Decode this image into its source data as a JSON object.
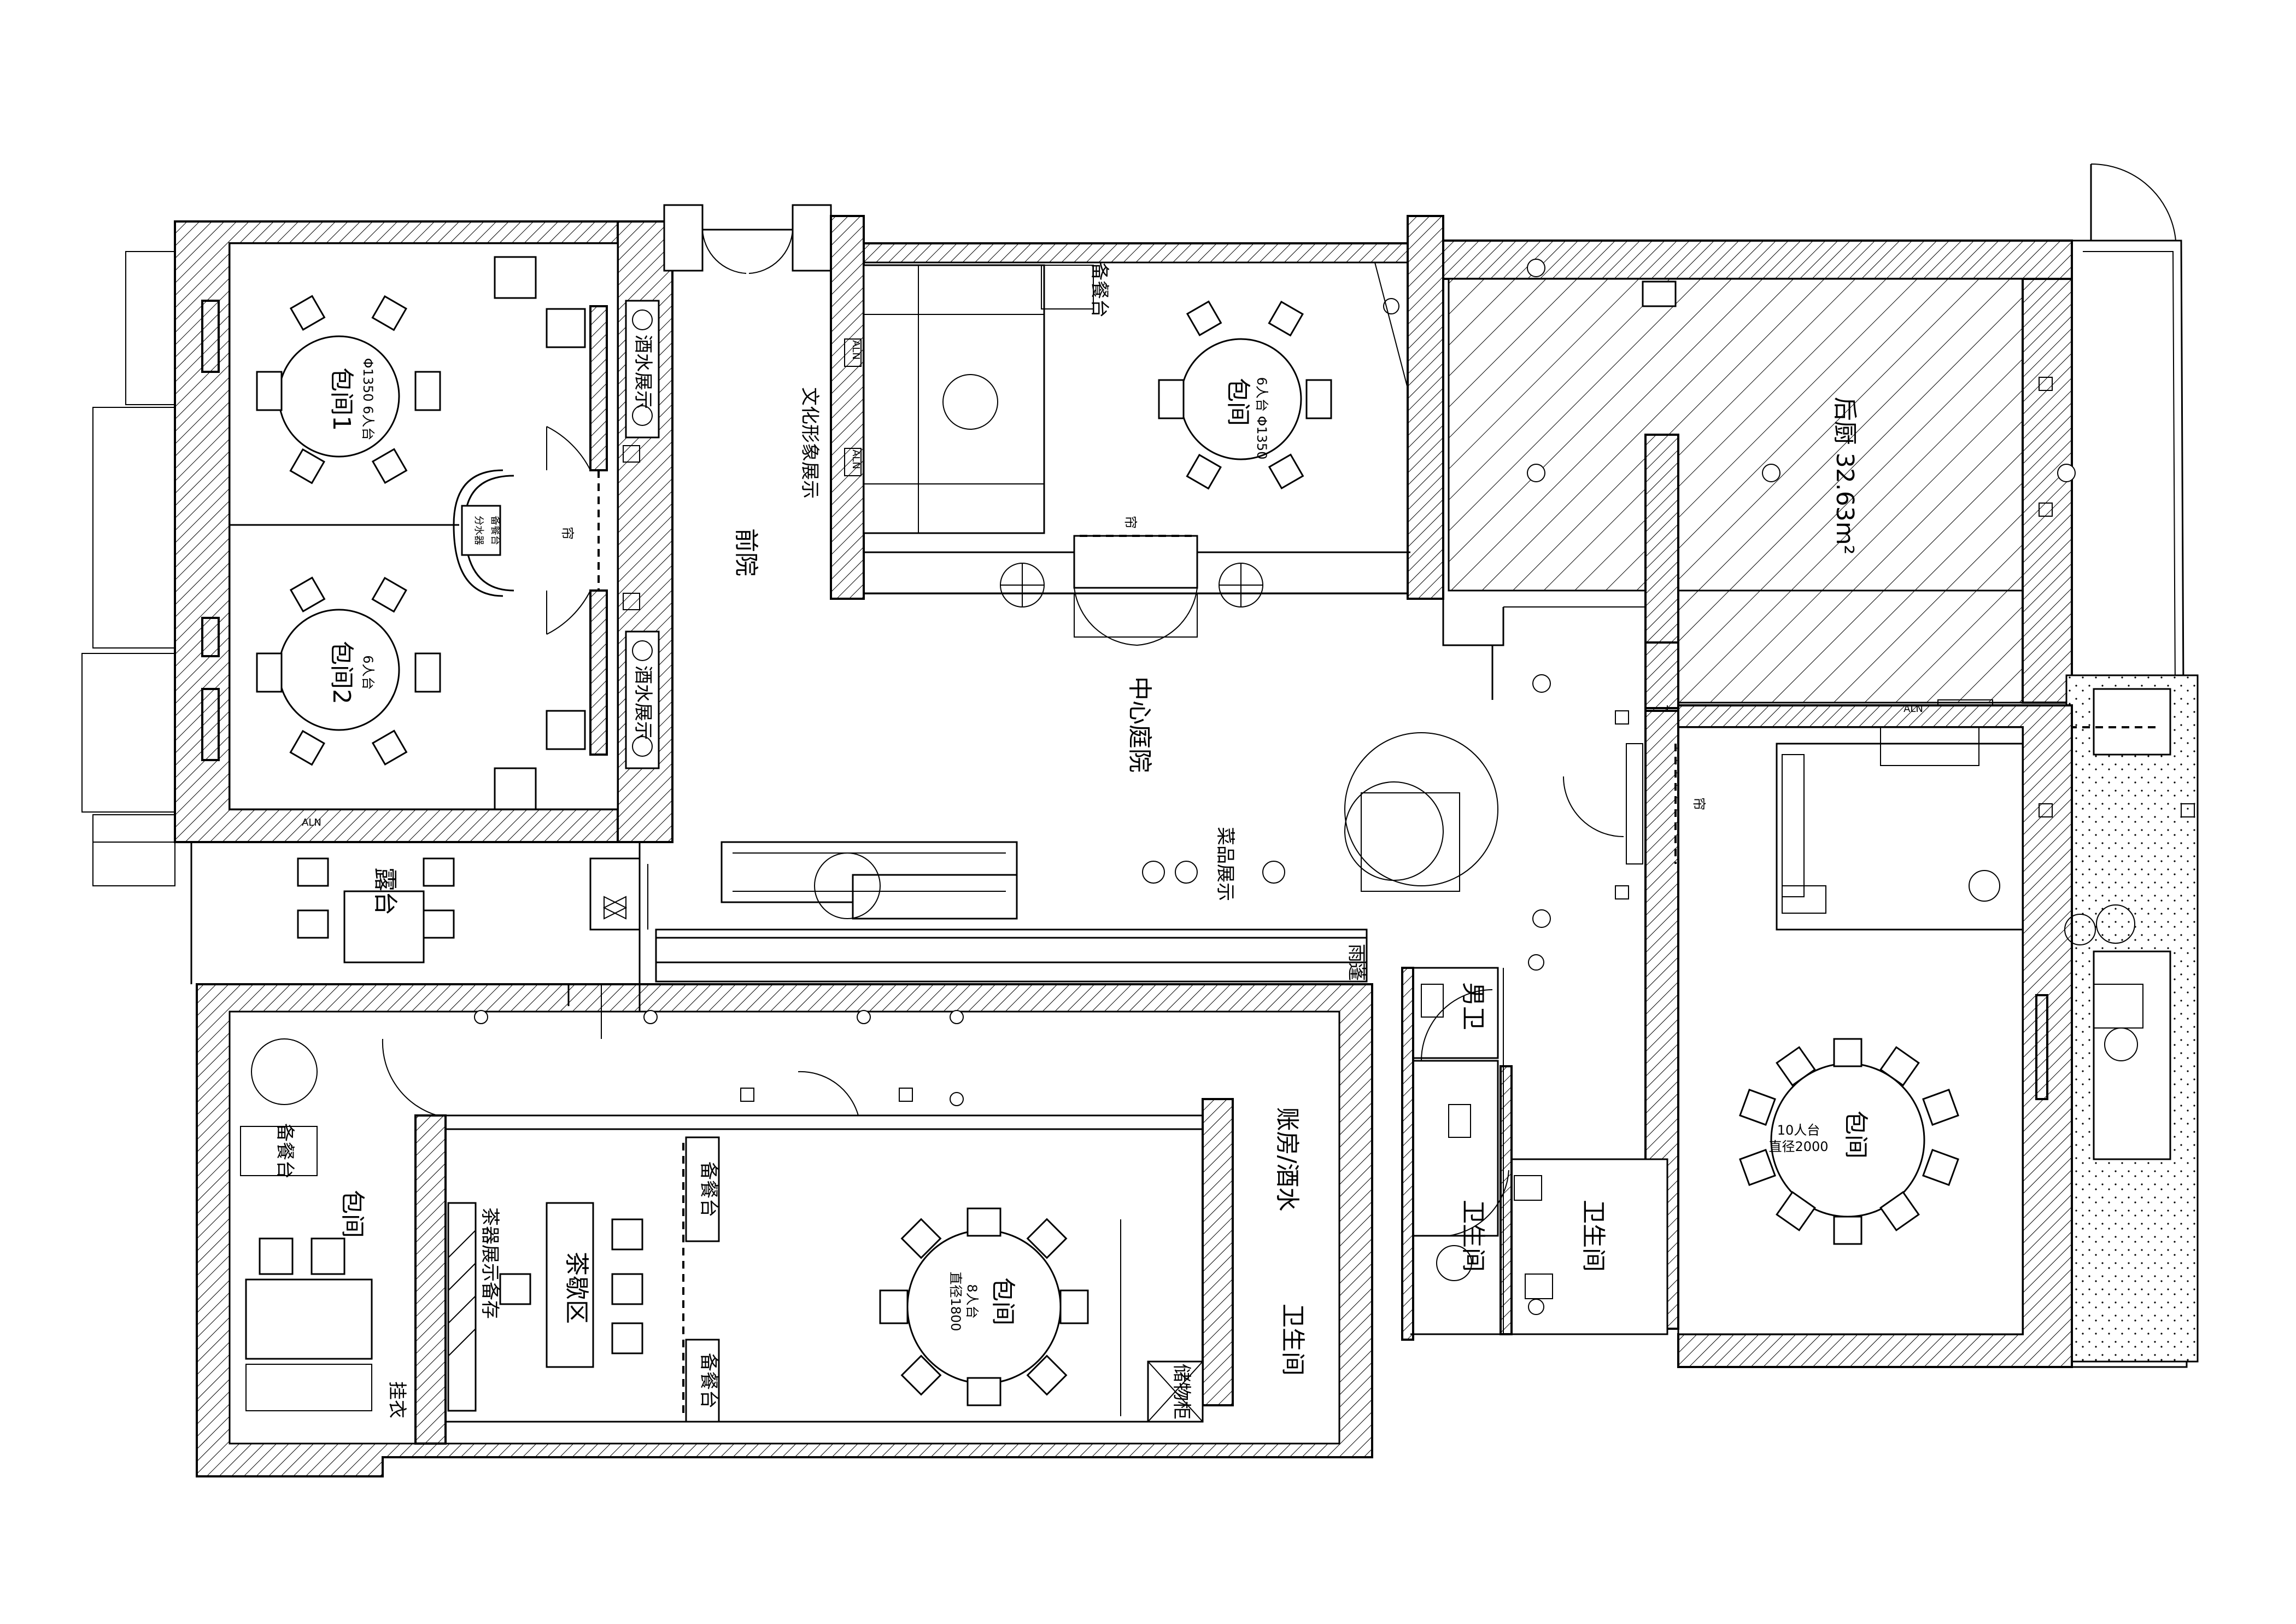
{
  "labels": {
    "room1": "包间1",
    "room1_sub": "Φ1350 6人台",
    "room2": "包间2",
    "room2_sub": "6人台",
    "wine1": "酒水展示",
    "wine2": "酒水展示",
    "prep_small": "备餐台",
    "prep_small2": "分水器",
    "curtain1": "帘",
    "curtain2": "帘",
    "curtain3": "帘",
    "culture": "文化形象展示",
    "front_yard": "前院",
    "room_top": "包间",
    "room_top_sub": "6人台 Φ1350",
    "prep_top": "备餐台",
    "kitchen": "后厨 32.63m²",
    "courtyard": "中心庭院",
    "dish": "菜品展示",
    "terrace": "露台",
    "canopy": "雨蓬",
    "men": "男卫",
    "cashier": "账房/酒水",
    "wc1": "卫生间",
    "wc2": "卫生间",
    "wc3": "卫生间",
    "room_big": "包间",
    "room_big_sub1": "10人台",
    "room_big_sub2": "直径2000",
    "room_left": "包间",
    "prep_left": "备餐台",
    "tea_display": "茶器展示备存",
    "tea": "茶歇区",
    "coat": "挂衣",
    "prep_a": "备餐台",
    "prep_b": "备餐台",
    "room8": "包间",
    "room8_sub1": "8人台",
    "room8_sub2": "直径1800",
    "storage": "储物柜",
    "aln1": "ALN",
    "aln2": "ALN",
    "aln3": "ALN",
    "aln4": "ALN"
  }
}
